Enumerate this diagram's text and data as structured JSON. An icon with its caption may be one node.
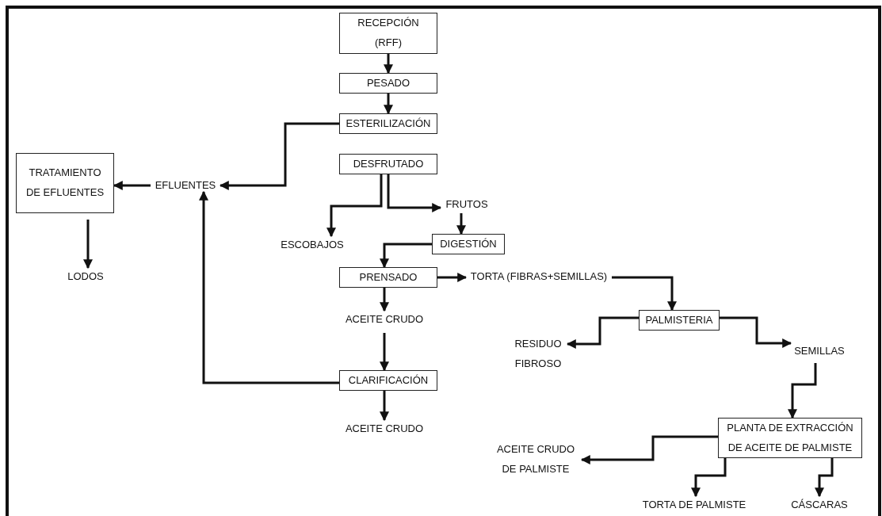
{
  "diagram": {
    "nodes": [
      {
        "text": [
          "RECEPCIÓN (RFF)"
        ]
      },
      {
        "text": [
          "PESADO"
        ]
      },
      {
        "text": [
          "ESTERILIZACIÓN"
        ]
      },
      {
        "text": [
          "DESFRUTADO"
        ]
      },
      {
        "text": [
          "TRATAMIENTO DE EFLUENTES"
        ]
      },
      {
        "text": [
          "EFLUENTES"
        ]
      },
      {
        "text": [
          "FRUTOS"
        ]
      },
      {
        "text": [
          "ESCOBAJOS"
        ]
      },
      {
        "text": [
          "DIGESTIÓN"
        ]
      },
      {
        "text": [
          "LODOS"
        ]
      },
      {
        "text": [
          "PRENSADO"
        ]
      },
      {
        "text": [
          "TORTA (FIBRAS+SEMILLAS)"
        ]
      },
      {
        "text": [
          "ACEITE CRUDO"
        ]
      },
      {
        "text": [
          "PALMISTERIA"
        ]
      },
      {
        "text": [
          "RESIDUO FIBROSO"
        ]
      },
      {
        "text": [
          "SEMILLAS"
        ]
      },
      {
        "text": [
          "CLARIFICACIÓN"
        ]
      },
      {
        "text": [
          "ACEITE CRUDO"
        ]
      },
      {
        "text": [
          "PLANTA DE EXTRACCIÓN DE ACEITE DE PALMISTE"
        ]
      },
      {
        "text": [
          "ACEITE CRUDO DE PALMISTE"
        ]
      },
      {
        "text": [
          "TORTA DE PALMISTE"
        ]
      },
      {
        "text": [
          "CÁSCARAS"
        ]
      }
    ],
    "edges": [
      {
        "from": 0,
        "to": 1,
        "arrow": "to"
      },
      {
        "from": 1,
        "to": 2,
        "arrow": "to"
      },
      {
        "from": 2,
        "to": 5,
        "arrow": "to"
      },
      {
        "from": 5,
        "to": 4,
        "arrow": "to"
      },
      {
        "from": 3,
        "to": 7,
        "arrow": "to"
      },
      {
        "from": 3,
        "to": 6,
        "arrow": "to"
      },
      {
        "from": 6,
        "to": 8,
        "arrow": "to"
      },
      {
        "from": 8,
        "to": 10,
        "arrow": "to"
      },
      {
        "from": 4,
        "to": 9,
        "arrow": "to"
      },
      {
        "from": 10,
        "to": 11,
        "arrow": "to"
      },
      {
        "from": 10,
        "to": 12,
        "arrow": "to"
      },
      {
        "from": 12,
        "to": 16,
        "arrow": "to"
      },
      {
        "from": 16,
        "to": 5,
        "arrow": "to"
      },
      {
        "from": 16,
        "to": 17,
        "arrow": "to"
      },
      {
        "from": 11,
        "to": 13,
        "arrow": "to"
      },
      {
        "from": 13,
        "to": 14,
        "arrow": "to"
      },
      {
        "from": 13,
        "to": 15,
        "arrow": "to"
      },
      {
        "from": 15,
        "to": 18,
        "arrow": "to"
      },
      {
        "from": 18,
        "to": 19,
        "arrow": "to"
      },
      {
        "from": 18,
        "to": 20,
        "arrow": "to"
      },
      {
        "from": 18,
        "to": 21,
        "arrow": "to"
      }
    ]
  }
}
